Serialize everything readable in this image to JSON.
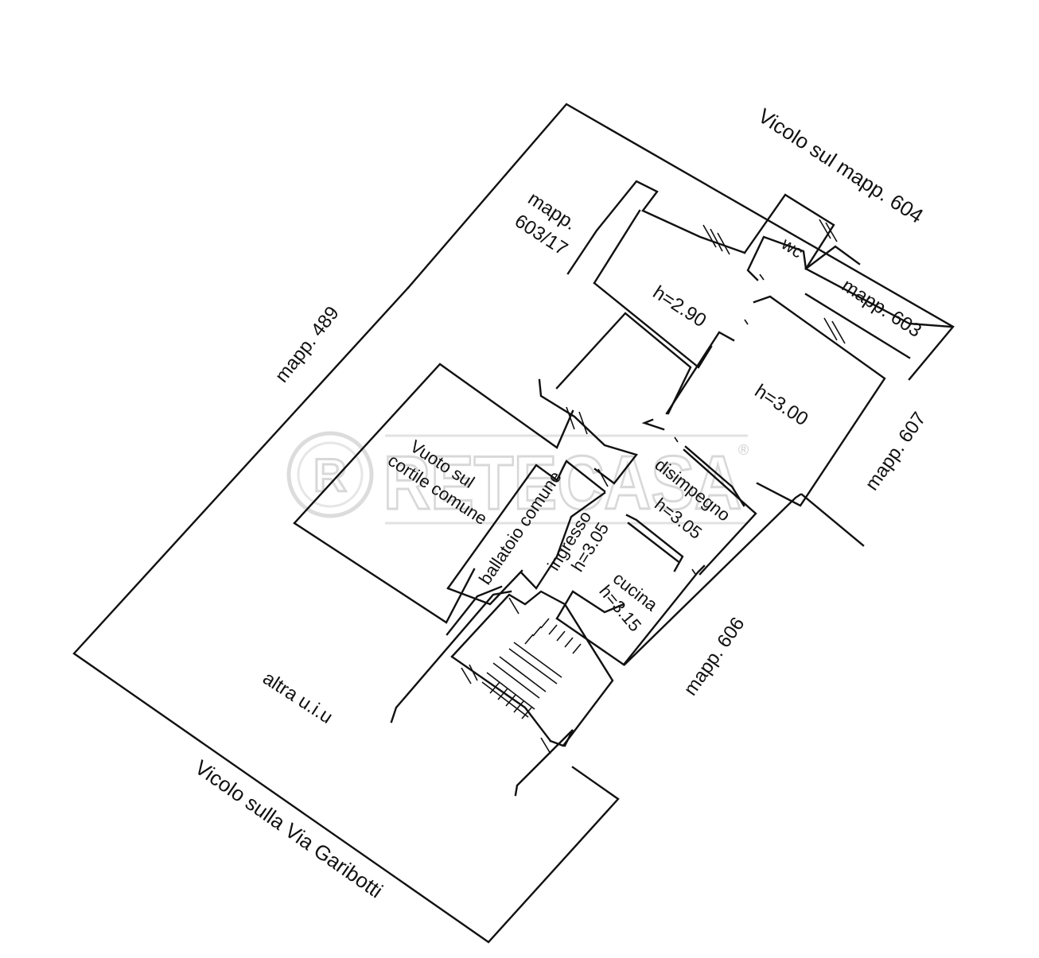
{
  "watermark": {
    "text": "RETECASA",
    "mark": "R",
    "registered": "®"
  },
  "labels": {
    "vicolo_north": "Vicolo sul mapp. 604",
    "vicolo_south": "Vicolo sulla Via Garibotti",
    "mapp_489": "mapp. 489",
    "mapp_603_17_a": "mapp.",
    "mapp_603_17_b": "603/17",
    "mapp_603": "mapp. 603",
    "mapp_607": "mapp. 607",
    "mapp_606": "mapp. 606",
    "wc": "wc",
    "room_h290": "h=2.90",
    "room_h300": "h=3.00",
    "vuoto_a": "Vuoto sul",
    "vuoto_b": "cortile comune",
    "ballatoio": "ballatoio comune",
    "disimpegno_a": "disimpegno",
    "disimpegno_b": "h=3.05",
    "ingresso_a": "ingresso",
    "ingresso_b": "h=3.05",
    "cucina_a": "cucina",
    "cucina_b": "h=3.15",
    "altra": "altra u.i.u"
  }
}
